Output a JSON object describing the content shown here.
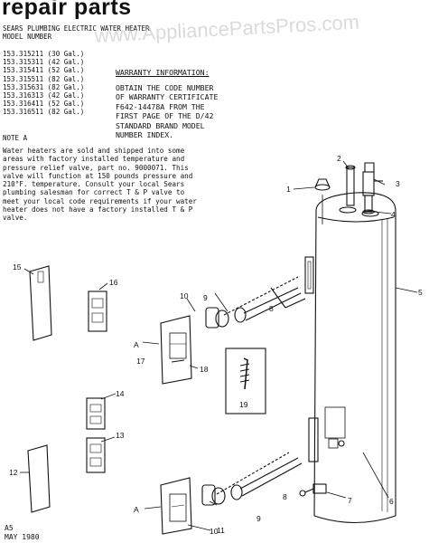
{
  "header": {
    "title": "repair parts",
    "subtitle_line1": "SEARS PLUMBING ELECTRIC WATER HEATER",
    "subtitle_line2": "MODEL NUMBER"
  },
  "models": [
    {
      "number": "153.315211",
      "capacity": "(30 Gal.)"
    },
    {
      "number": "153.315311",
      "capacity": "(42 Gal.)"
    },
    {
      "number": "153.315411",
      "capacity": "(52 Gal.)"
    },
    {
      "number": "153.315511",
      "capacity": "(82 Gal.)"
    },
    {
      "number": "153.315631",
      "capacity": "(82 Gal.)"
    },
    {
      "number": "153.316313",
      "capacity": "(42 Gal.)"
    },
    {
      "number": "153.316411",
      "capacity": "(52 Gal.)"
    },
    {
      "number": "153.316511",
      "capacity": "(82 Gal.)"
    }
  ],
  "note_label": "NOTE A",
  "warranty": {
    "title": "WARRANTY INFORMATION:",
    "body": "OBTAIN THE CODE NUMBER\nOF WARRANTY CERTIFICATE\nF642-14478A FROM THE\nFIRST PAGE OF THE D/42\nSTANDARD BRAND MODEL\nNUMBER INDEX."
  },
  "note_text": "Water heaters are sold and shipped into some\nareas with factory installed temperature and\npressure relief valve, part no. 9000071. This\nvalve will function at 150 pounds pressure and\n210°F. temperature. Consult your local Sears\nplumbing salesman for correct T & P valve to\nmeet your local code requirements if your water\nheater does not have a factory installed T & P\nvalve.",
  "footer": {
    "code": "A5",
    "date": "MAY 1980"
  },
  "callouts": {
    "c1": "1",
    "c2": "2",
    "c3": "3",
    "c4": "4",
    "c5": "5",
    "c6": "6",
    "c7": "7",
    "c8a": "8",
    "c8b": "8",
    "c9a": "9",
    "c9b": "9",
    "c10a": "10",
    "c10b": "10",
    "c11": "11",
    "c12": "12",
    "c13": "13",
    "c14": "14",
    "c15": "15",
    "c16": "16",
    "c17": "17",
    "c18": "18",
    "c19": "19",
    "a1": "A",
    "a2": "A"
  },
  "watermark": "www.AppliancePartsPros.com"
}
